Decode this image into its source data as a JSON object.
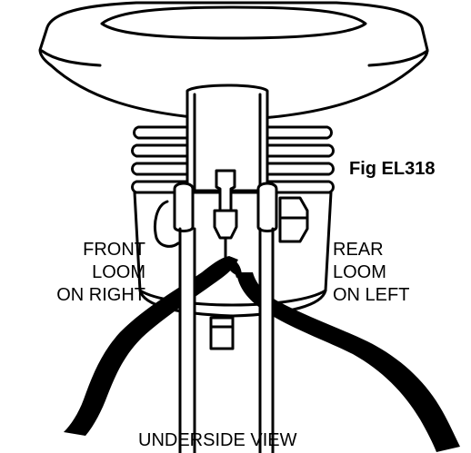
{
  "figure_label": "Fig EL318",
  "front_loom": [
    "FRONT",
    "LOOM",
    "ON RIGHT"
  ],
  "rear_loom": [
    "REAR",
    "LOOM",
    "ON LEFT"
  ],
  "caption": "UNDERSIDE VIEW"
}
